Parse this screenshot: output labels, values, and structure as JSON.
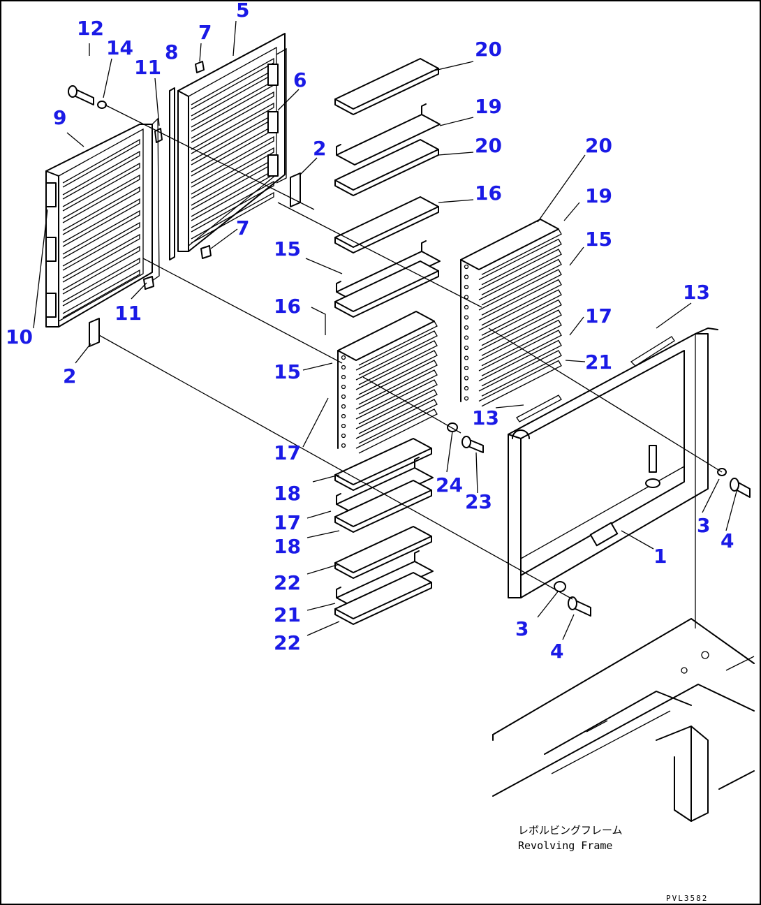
{
  "diagram": {
    "label_color": "#1a1ae6",
    "line_color": "#000000",
    "caption_jp": "レボルビングフレーム",
    "caption_en": "Revolving Frame",
    "drawing_code": "PVL3582",
    "callouts": [
      {
        "text": "12"
      },
      {
        "text": "14"
      },
      {
        "text": "11"
      },
      {
        "text": "8"
      },
      {
        "text": "7"
      },
      {
        "text": "5"
      },
      {
        "text": "6"
      },
      {
        "text": "9"
      },
      {
        "text": "2"
      },
      {
        "text": "7"
      },
      {
        "text": "10"
      },
      {
        "text": "11"
      },
      {
        "text": "2"
      },
      {
        "text": "20"
      },
      {
        "text": "19"
      },
      {
        "text": "20"
      },
      {
        "text": "16"
      },
      {
        "text": "15"
      },
      {
        "text": "16"
      },
      {
        "text": "15"
      },
      {
        "text": "17"
      },
      {
        "text": "18"
      },
      {
        "text": "17"
      },
      {
        "text": "18"
      },
      {
        "text": "22"
      },
      {
        "text": "21"
      },
      {
        "text": "22"
      },
      {
        "text": "20"
      },
      {
        "text": "19"
      },
      {
        "text": "15"
      },
      {
        "text": "17"
      },
      {
        "text": "21"
      },
      {
        "text": "13"
      },
      {
        "text": "13"
      },
      {
        "text": "24"
      },
      {
        "text": "23"
      },
      {
        "text": "3"
      },
      {
        "text": "4"
      },
      {
        "text": "1"
      },
      {
        "text": "3"
      },
      {
        "text": "4"
      }
    ]
  }
}
